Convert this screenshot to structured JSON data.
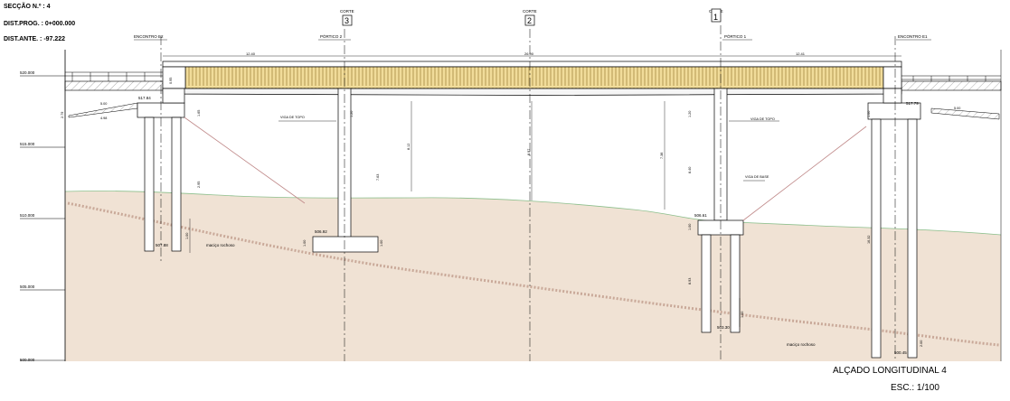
{
  "header": {
    "seccao": "SECÇÃO N.º : 4",
    "dist_prog": "DIST.PROG. : 0+000.000",
    "dist_ante": "DIST.ANTE. : -97.222"
  },
  "title": {
    "main": "ALÇADO LONGITUDINAL  4",
    "scale": "ESC.: 1/100"
  },
  "elevations": [
    "520.000",
    "515.000",
    "510.000",
    "505.000",
    "500.000"
  ],
  "supports": {
    "encontro_e2": "ENCONTRO E2",
    "portico_2": "PÓRTICO 2",
    "portico_1": "PÓRTICO 1",
    "encontro_e1": "ENCONTRO E1"
  },
  "cuts": [
    {
      "label": "CORTE",
      "number": "3"
    },
    {
      "label": "CORTE",
      "number": "2"
    },
    {
      "label": "CORTE",
      "number": "1"
    }
  ],
  "spans": {
    "left": "12.40",
    "total": "26.90",
    "right": "12.41"
  },
  "levels": {
    "e2_top": "517.84",
    "e1_top": "517.79",
    "e2_base": "507.88",
    "p2_base": "506.92",
    "p1_base": "506.61",
    "p1_pile": "503.30",
    "e1_pile": "500.45"
  },
  "labels": {
    "viga_topo_left": "VIGA DE TOPO",
    "viga_topo_right": "VIGA DE TOPO",
    "viga_base": "VIGA DE BASE",
    "macico_1": "maciço rochoso",
    "macico_2": "maciço rochoso"
  },
  "dims": {
    "approach_left": "5.00",
    "approach_left2": "4.98",
    "approach_right": "5.00",
    "d_deck": "0.95",
    "d_e2_head": "1.65",
    "d_e2_pile": "2.95",
    "d_e2_emb": "1.00",
    "d_p2_head": "1.20",
    "d_p2_col": "7.63",
    "d_p2_emb": "1.00",
    "d_p2_foot": "1.00",
    "d_mid_a": "8.12",
    "d_mid_b": "8.97",
    "d_p1_a": "7.38",
    "d_p1_head": "1.20",
    "d_p1_col": "8.40",
    "d_p1_foot": "1.00",
    "d_p1_pile": "8.93",
    "d_p1_emb": "1.00",
    "d_e1_head": "1.00",
    "d_e1_pile": "16.32",
    "d_e1_emb": "2.00",
    "d_left_side": "2.79"
  }
}
